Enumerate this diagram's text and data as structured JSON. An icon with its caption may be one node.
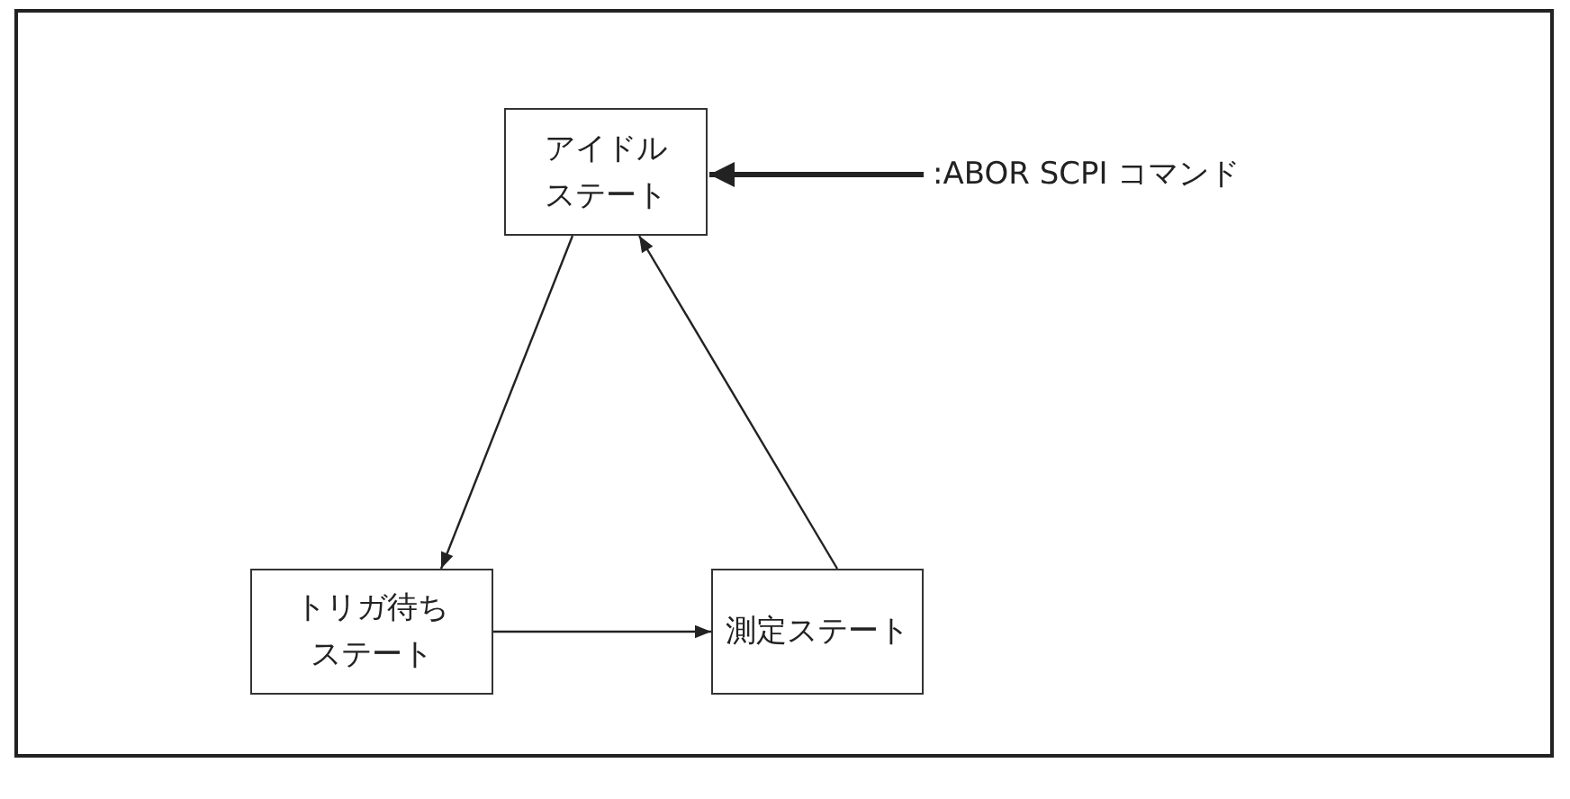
{
  "diagram": {
    "nodes": [
      {
        "text": [
          "アイドルステート"
        ]
      },
      {
        "text": [
          "トリガ待ちステート"
        ]
      },
      {
        "text": [
          "測定ステート"
        ]
      },
      {
        "text": [
          ":ABOR SCPI コマンド"
        ]
      }
    ],
    "edges": [
      {
        "from": 0,
        "to": 1,
        "arrow": "to"
      },
      {
        "from": 1,
        "to": 2,
        "arrow": "to"
      },
      {
        "from": 2,
        "to": 0,
        "arrow": "to"
      },
      {
        "from": 3,
        "to": 0,
        "arrow": "to",
        "style": "thick"
      }
    ]
  }
}
